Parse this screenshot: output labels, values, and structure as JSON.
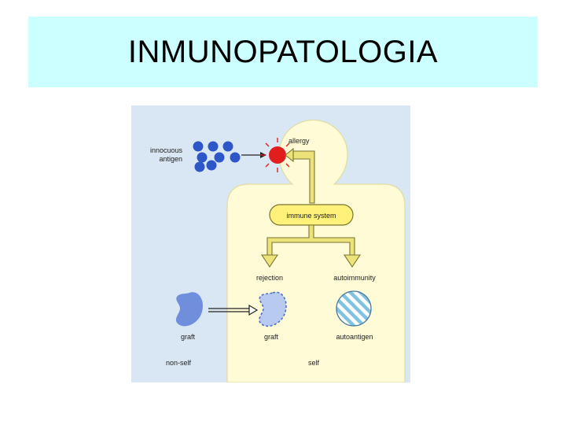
{
  "slide": {
    "title": "INMUNOPATOLOGIA"
  },
  "figure": {
    "labels": {
      "innocuous_antigen_1": "innocuous",
      "innocuous_antigen_2": "antigen",
      "allergy": "allergy",
      "immune_system": "immune system",
      "rejection": "rejection",
      "autoimmunity": "autoimmunity",
      "graft_nonself": "graft",
      "graft_self": "graft",
      "autoantigen": "autoantigen",
      "non_self": "non-self",
      "self": "self"
    },
    "colors": {
      "panel_bg": "#d8e7f3",
      "body_fill": "#fffbd6",
      "immune_system_fill": "#fff17a",
      "arrow_fill": "#ece27a",
      "antigen_blue": "#2d57c9",
      "allergy_red": "#e21d1d",
      "graft_blue": "#6f8fdc",
      "graft_self_fill": "#b8caf0",
      "autoantigen_stripe": "#7fc3e0"
    }
  }
}
